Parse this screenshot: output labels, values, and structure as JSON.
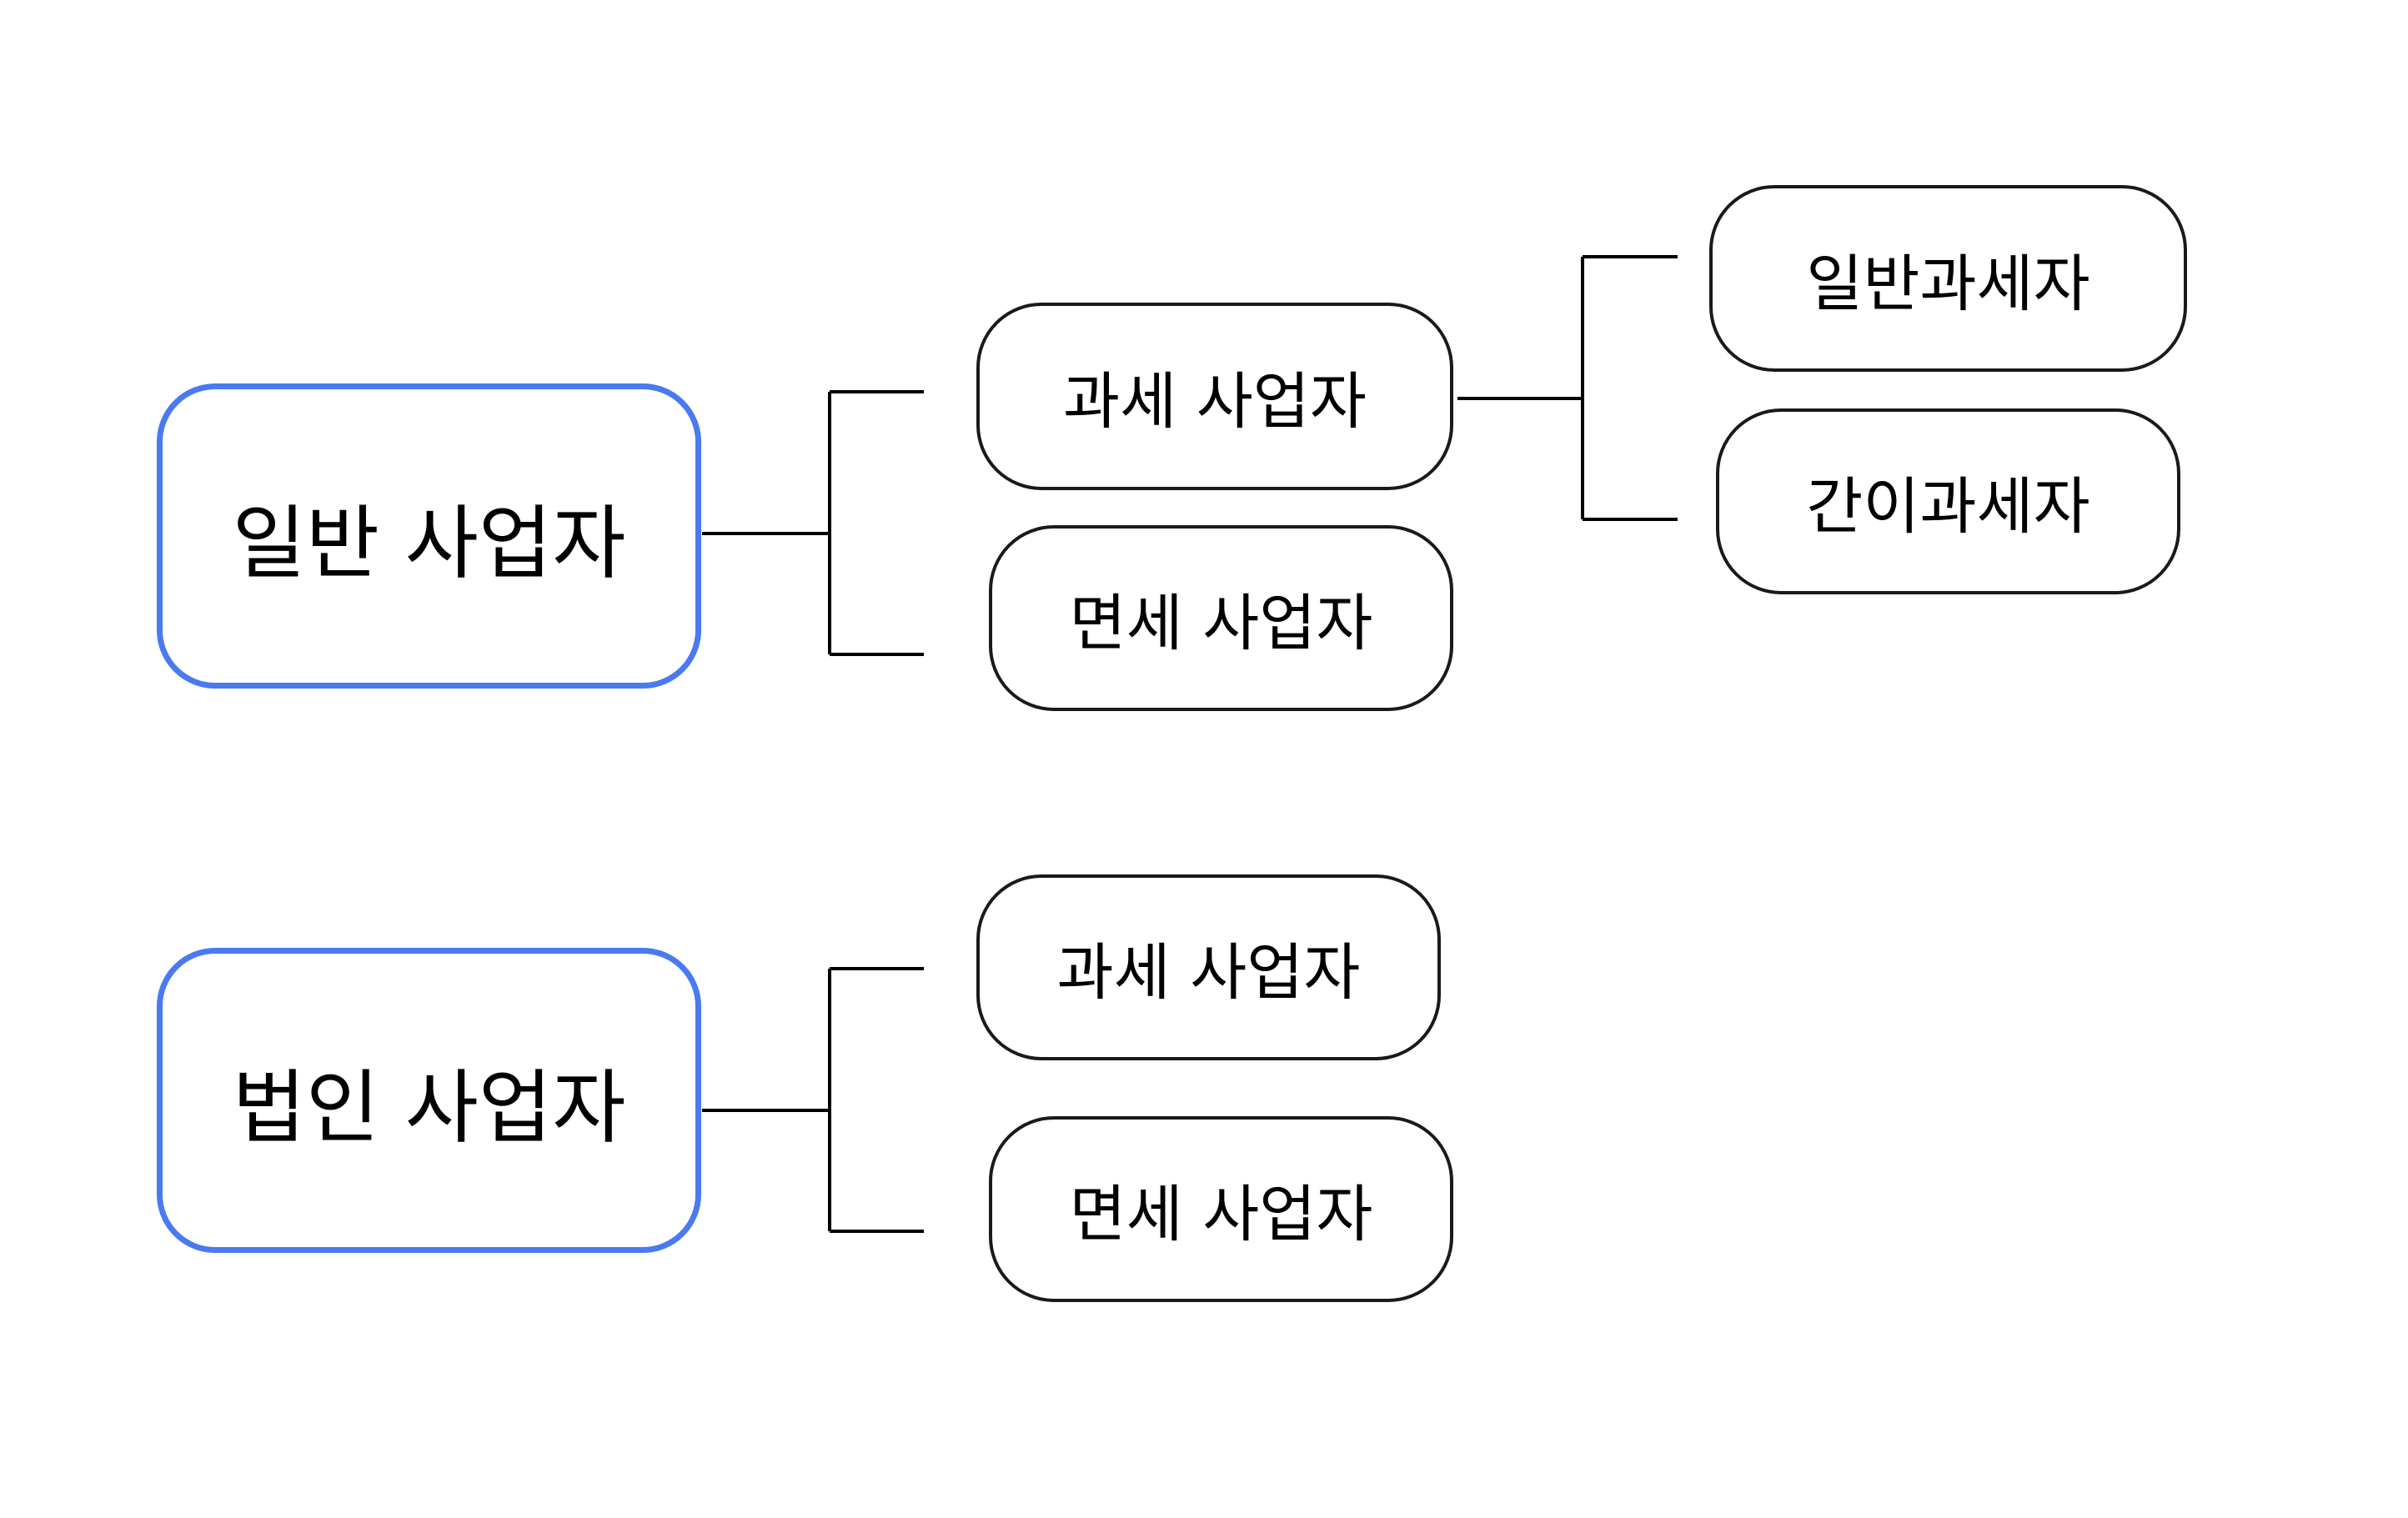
{
  "colors": {
    "root_border": "#4a7af0",
    "node_border": "#1a1a1a",
    "line": "#000000"
  },
  "groups": [
    {
      "root": "일반 사업자",
      "children": [
        {
          "label": "과세 사업자",
          "children": [
            "일반과세자",
            "간이과세자"
          ]
        },
        {
          "label": "면세 사업자"
        }
      ]
    },
    {
      "root": "법인 사업자",
      "children": [
        {
          "label": "과세 사업자"
        },
        {
          "label": "면세 사업자"
        }
      ]
    }
  ]
}
